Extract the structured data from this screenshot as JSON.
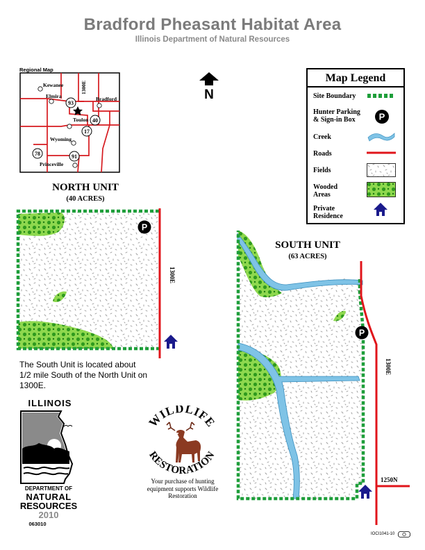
{
  "title": "Bradford Pheasant Habitat Area",
  "subtitle": "Illinois Department of Natural Resources",
  "north_arrow_label": "N",
  "regional_map": {
    "title": "Regional Map",
    "towns": [
      "Kewanee",
      "Elmira",
      "Bradford",
      "Toulon",
      "Wyoming",
      "Princeville"
    ],
    "routes": [
      "93",
      "40",
      "17",
      "78",
      "91"
    ],
    "road_label": "1300E"
  },
  "legend": {
    "title": "Map Legend",
    "items": [
      {
        "label": "Site Boundary"
      },
      {
        "label": "Hunter Parking & Sign-in Box"
      },
      {
        "label": "Creek"
      },
      {
        "label": "Roads"
      },
      {
        "label": "Fields"
      },
      {
        "label": "Wooded Areas"
      },
      {
        "label": "Private Residence"
      }
    ],
    "parking_symbol": "P"
  },
  "north_unit": {
    "name": "NORTH UNIT",
    "acres": "(40 ACRES)",
    "road_label": "1300E"
  },
  "south_unit": {
    "name": "SOUTH UNIT",
    "acres": "(63 ACRES)",
    "road_label": "1300E",
    "road_label_2": "1250N"
  },
  "south_unit_note": "The South Unit is located about 1/2 mile South of the North Unit on 1300E.",
  "idnr_logo": {
    "state": "ILLINOIS",
    "line1": "DEPARTMENT OF",
    "line2": "NATURAL",
    "line3": "RESOURCES",
    "year": "2010",
    "code": "063010"
  },
  "wildlife_logo": {
    "word1": "WILDLIFE",
    "word2": "RESTORATION",
    "caption": "Your purchase of hunting equipment supports Wildlife Restoration"
  },
  "doc_code": "IOCI1041-10",
  "colors": {
    "boundary": "#1e9e3a",
    "road": "#e0151b",
    "creek": "#7fc3e6",
    "wooded": "#5cbf2a",
    "residence": "#1a1a8c",
    "title_gray": "#7b7b7b"
  }
}
